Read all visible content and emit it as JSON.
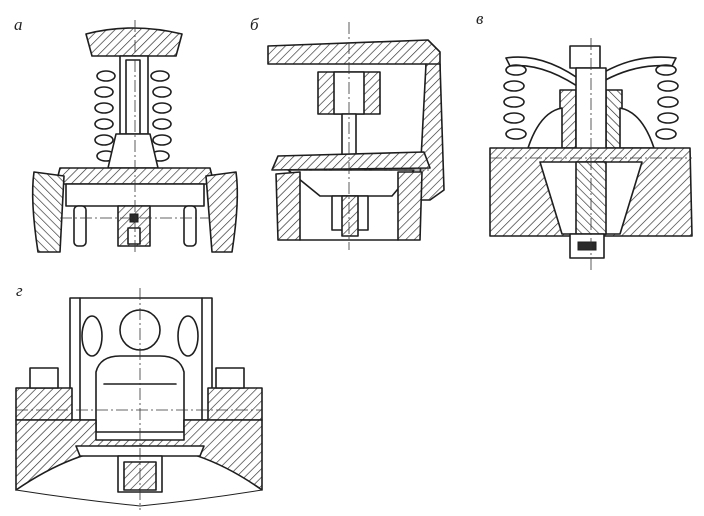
{
  "labels": {
    "a": "а",
    "b": "б",
    "v": "в",
    "g": "г"
  },
  "colors": {
    "ink": "#1e1e1e",
    "paper": "#ffffff"
  }
}
